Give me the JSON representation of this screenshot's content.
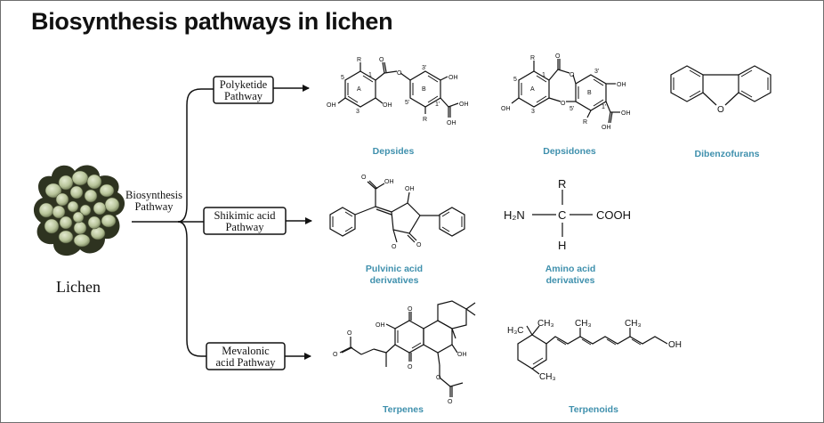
{
  "title": "Biosynthesis pathways in lichen",
  "source": {
    "label": "Lichen",
    "edge_label": "Biosynthesis Pathway",
    "edge_label_lines": [
      "Biosynthesis",
      "Pathway"
    ]
  },
  "pathways": [
    {
      "name": "Polyketide Pathway",
      "lines": [
        "Polyketide",
        "Pathway"
      ],
      "products": [
        "Depsides",
        "Depsidones",
        "Dibenzofurans"
      ]
    },
    {
      "name": "Shikimic acid Pathway",
      "lines": [
        "Shikimic acid",
        "Pathway"
      ],
      "products": [
        "Pulvinic acid derivatives",
        "Amino acid derivatives"
      ],
      "product_lines": [
        [
          "Pulvinic acid",
          "derivatives"
        ],
        [
          "Amino acid",
          "derivatives"
        ]
      ]
    },
    {
      "name": "Mevalonic acid Pathway",
      "lines": [
        "Mevalonic",
        "acid Pathway"
      ],
      "products": [
        "Terpenes",
        "Terpenoids"
      ]
    }
  ],
  "structure_atoms": {
    "depside": {
      "r": "R",
      "o": "O",
      "oh": "OH",
      "ring_a": "A",
      "ring_b": "B",
      "n5": "5",
      "n3": "3",
      "n1": "1",
      "n3p": "3'",
      "n5p": "5'",
      "n1p": "1'"
    },
    "depsidone": {
      "r": "R",
      "o": "O",
      "oh": "OH",
      "ring_a": "A",
      "ring_b": "B",
      "n5": "5",
      "n3": "3",
      "n1": "1",
      "n3p": "3'",
      "n5p": "5'",
      "n1p": "1'"
    },
    "dibenzofuran": {
      "o": "O"
    },
    "pulvinic": {
      "oh": "OH",
      "o": "O"
    },
    "amino_acid": {
      "r": "R",
      "h2n": "H₂N",
      "c": "C",
      "cooh": "COOH",
      "h": "H"
    },
    "terpene": {
      "oh": "OH",
      "o": "O"
    },
    "terpenoid": {
      "h3c": "H₃C",
      "ch3": "CH₃",
      "oh": "OH"
    }
  }
}
